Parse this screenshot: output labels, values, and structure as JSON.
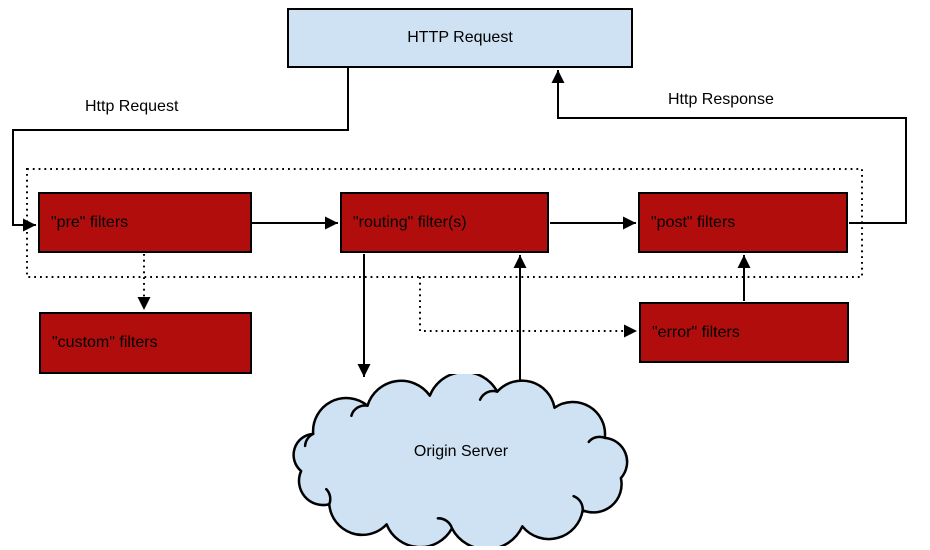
{
  "diagram": {
    "request_box": {
      "label": "HTTP Request"
    },
    "edge_labels": {
      "request": "Http Request",
      "response": "Http Response"
    },
    "filter_boxes": {
      "pre": "\"pre\" filters",
      "routing": "\"routing\" filter(s)",
      "post": "\"post\" filters",
      "custom": "\"custom\" filters",
      "error": "\"error\" filters"
    },
    "cloud": {
      "label": "Origin Server"
    },
    "colors": {
      "filter_box": "#b20d0d",
      "request_box": "#cfe2f3",
      "cloud_fill": "#cfe2f3",
      "line": "#000000",
      "background": "#ffffff"
    }
  }
}
